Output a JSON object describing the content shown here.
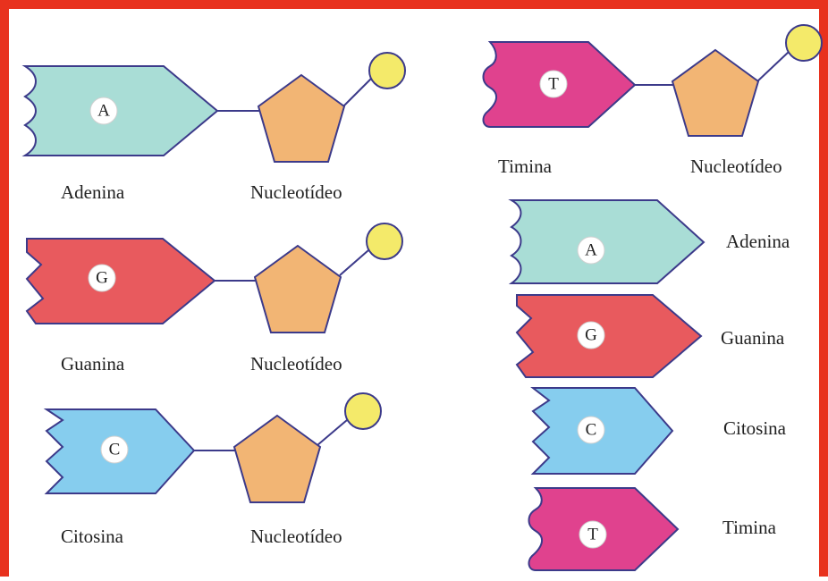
{
  "colors": {
    "border": "#e8321e",
    "adenine": "#a9ddd6",
    "guanine": "#e85a5e",
    "cytosine": "#86cdee",
    "thymine": "#e0428e",
    "sugar": "#f2b574",
    "phosphate": "#f4ea6a",
    "outline": "#3c3a8a"
  },
  "nucleotides": [
    {
      "base_letter": "A",
      "base_label": "Adenina",
      "sugar_label": "Nucleotídeo"
    },
    {
      "base_letter": "G",
      "base_label": "Guanina",
      "sugar_label": "Nucleotídeo"
    },
    {
      "base_letter": "C",
      "base_label": "Citosina",
      "sugar_label": "Nucleotídeo"
    },
    {
      "base_letter": "T",
      "base_label": "Timina",
      "sugar_label": "Nucleotídeo"
    }
  ],
  "bases": [
    {
      "letter": "A",
      "label": "Adenina"
    },
    {
      "letter": "G",
      "label": "Guanina"
    },
    {
      "letter": "C",
      "label": "Citosina"
    },
    {
      "letter": "T",
      "label": "Timina"
    }
  ]
}
